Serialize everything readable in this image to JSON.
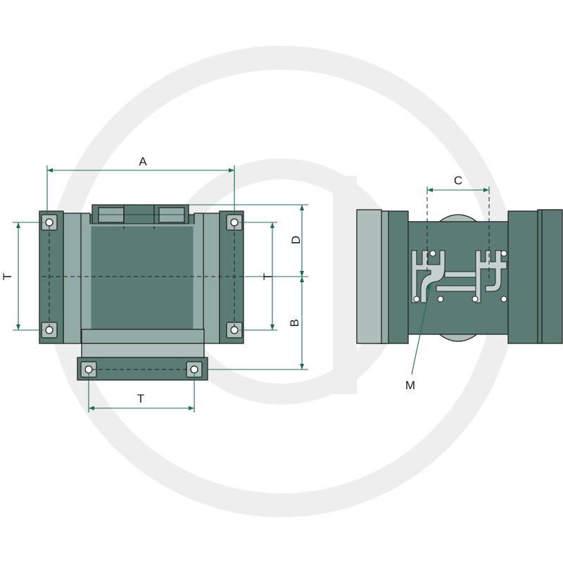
{
  "labels": {
    "A": "A",
    "T_left": "T",
    "T_mid": "T",
    "T_bottom": "T",
    "D": "D",
    "B": "B",
    "C": "C",
    "M": "M"
  },
  "colors": {
    "body": "#5b7b75",
    "body_light": "#93aba6",
    "body_pale": "#aebfbb",
    "outline": "#222222",
    "dimension": "#1c6b55",
    "watermark": "#eeeeee"
  }
}
